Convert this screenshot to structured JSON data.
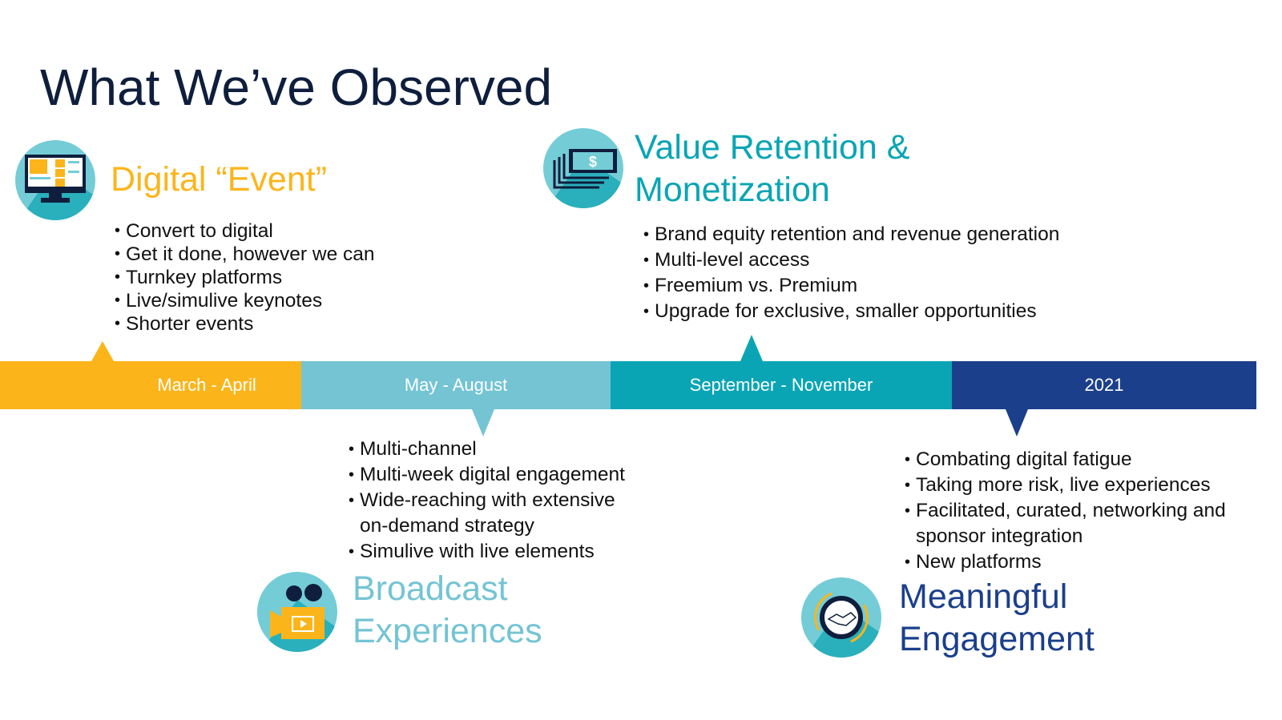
{
  "title": "What We’ve Observed",
  "colors": {
    "orange": "#FBB51B",
    "lightblue": "#74C4D4",
    "teal": "#0AA5B5",
    "navy": "#1B3F8B"
  },
  "timeline": [
    {
      "label": "March - April"
    },
    {
      "label": "May - August"
    },
    {
      "label": "September - November"
    },
    {
      "label": "2021"
    }
  ],
  "sections": {
    "digital": {
      "heading": "Digital “Event”",
      "icon": "monitor-icon",
      "bullets": [
        "Convert to digital",
        "Get it done, however we can",
        "Turnkey platforms",
        "Live/simulive keynotes",
        "Shorter events"
      ]
    },
    "value": {
      "heading_1": "Value Retention &",
      "heading_2": "Monetization",
      "icon": "money-icon",
      "bullets": [
        "Brand equity retention and revenue generation",
        "Multi-level access",
        "Freemium vs. Premium",
        "Upgrade for exclusive, smaller opportunities"
      ]
    },
    "broadcast": {
      "heading_1": "Broadcast",
      "heading_2": "Experiences",
      "icon": "video-camera-icon",
      "bullets": [
        "Multi-channel",
        "Multi-week digital engagement",
        "Wide-reaching with extensive",
        "on-demand strategy",
        "Simulive with live elements"
      ]
    },
    "meaningful": {
      "heading_1": "Meaningful",
      "heading_2": "Engagement",
      "icon": "handshake-icon",
      "bullets": [
        "Combating digital fatigue",
        "Taking more risk, live experiences",
        "Facilitated, curated, networking and",
        "sponsor integration",
        "New platforms"
      ]
    }
  }
}
